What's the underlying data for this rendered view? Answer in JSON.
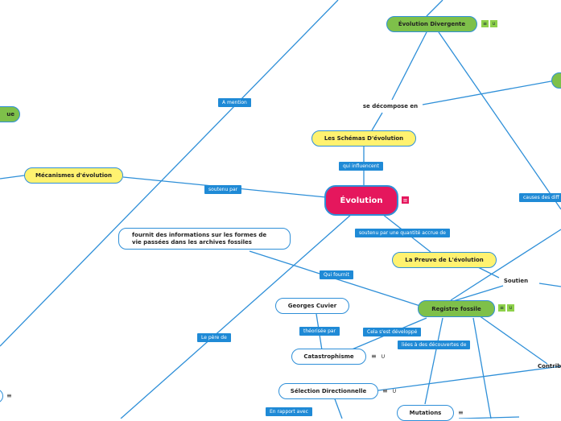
{
  "main_topic": "Évolution",
  "nodes": {
    "schemas": "Les Schémas D'évolution",
    "divergente": "Évolution Divergente",
    "mecanismes": "Mécanismes d'évolution",
    "preuve": "La Preuve de L'évolution",
    "registre": "Registre fossile",
    "fournit": "fournit des informations sur les formes de vie passées dans les archives fossiles",
    "cuvier": "Georges Cuvier",
    "catastrophisme": "Catastrophisme",
    "selection": "Sélection Directionnelle",
    "mutations": "Mutations",
    "left_partial": "ue"
  },
  "texts": {
    "decompose": "se décompose en",
    "soutien": "Soutien",
    "contrib": "Contrib"
  },
  "labels": {
    "a_mention": "A mention",
    "qui_influencent": "qui influencent",
    "soutenu_par": "soutenu par",
    "soutenu_quantite": "soutenu par une quantité accrue de",
    "qui_fournit": "Qui fournit",
    "le_pere_de": "Le père de",
    "theorisee_par": "théorisée par",
    "cela_developpe": "Cela s'est développé",
    "liees_decouvertes": "liées à des découvertes de",
    "en_rapport": "En rapport avec",
    "causes_diff": "causes des diff"
  },
  "icons": {
    "notes": "≡",
    "link": "∪"
  },
  "colors": {
    "main": "#e5175d",
    "yellow": "#fff270",
    "green": "#7ec04a",
    "line": "#2e8fd8",
    "label_bg": "#1f8ad6"
  }
}
